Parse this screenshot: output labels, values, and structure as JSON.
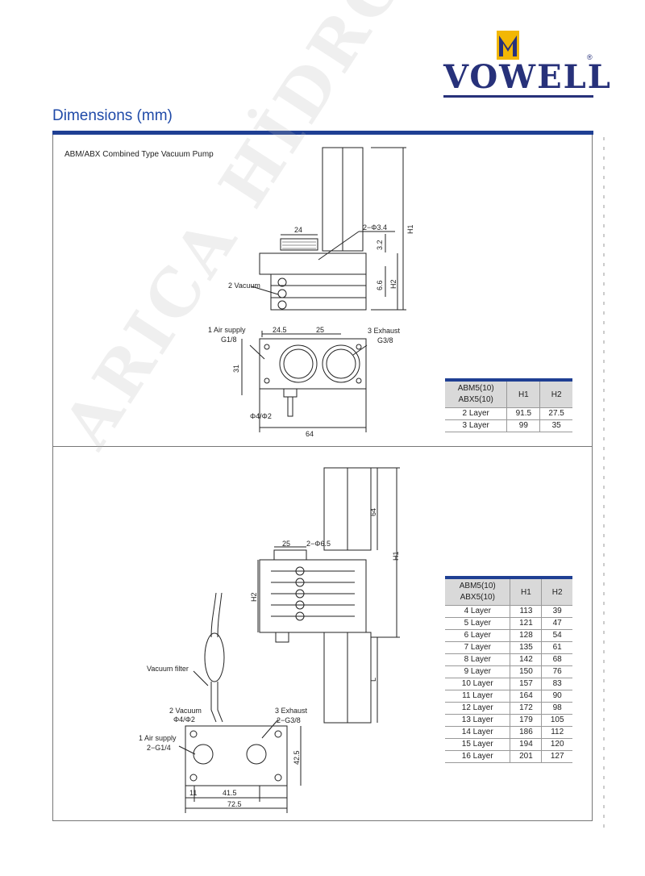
{
  "brand": {
    "name": "VOWELL",
    "registered": "®",
    "colors": {
      "navy": "#27317a",
      "gold": "#f2b705"
    }
  },
  "page_title": "Dimensions (mm)",
  "watermark": "ARICA HİDROLİK",
  "section1": {
    "caption": "ABM/ABX Combined Type  Vacuum Pump",
    "labels": {
      "d24": "24",
      "phi34": "2−Φ3.4",
      "h1": "H1",
      "d32": "3.2",
      "d66": "6.6",
      "h2": "H2",
      "vacuum": "2 Vacuum",
      "air": "1 Air supply",
      "g18": "G1/8",
      "d245": "24.5",
      "d25": "25",
      "exhaust": "3 Exhaust",
      "g38": "G3/8",
      "d31": "31",
      "phi42": "Φ4/Φ2",
      "d64": "64"
    },
    "table": {
      "head": [
        "ABM5(10)",
        "ABX5(10)",
        "H1",
        "H2"
      ],
      "rows": [
        [
          "2 Layer",
          "91.5",
          "27.5"
        ],
        [
          "3 Layer",
          "99",
          "35"
        ]
      ]
    }
  },
  "section2": {
    "labels": {
      "d64": "64",
      "d25": "25",
      "phi65": "2−Φ6.5",
      "h1": "H1",
      "h2": "H2",
      "l": "L",
      "filter": "Vacuum filter",
      "vacuum": "2 Vacuum",
      "phi42": "Φ4/Φ2",
      "exhaust": "3 Exhaust",
      "g38": "2−G3/8",
      "air": "1 Air supply",
      "g14": "2−G1/4",
      "d425": "42.5",
      "d11": "11",
      "d415": "41.5",
      "d725": "72.5"
    },
    "table": {
      "head": [
        "ABM5(10)",
        "ABX5(10)",
        "H1",
        "H2"
      ],
      "rows": [
        [
          "4 Layer",
          "113",
          "39"
        ],
        [
          "5 Layer",
          "121",
          "47"
        ],
        [
          "6 Layer",
          "128",
          "54"
        ],
        [
          "7 Layer",
          "135",
          "61"
        ],
        [
          "8 Layer",
          "142",
          "68"
        ],
        [
          "9 Layer",
          "150",
          "76"
        ],
        [
          "10 Layer",
          "157",
          "83"
        ],
        [
          "11 Layer",
          "164",
          "90"
        ],
        [
          "12 Layer",
          "172",
          "98"
        ],
        [
          "13 Layer",
          "179",
          "105"
        ],
        [
          "14 Layer",
          "186",
          "112"
        ],
        [
          "15 Layer",
          "194",
          "120"
        ],
        [
          "16 Layer",
          "201",
          "127"
        ]
      ]
    }
  }
}
